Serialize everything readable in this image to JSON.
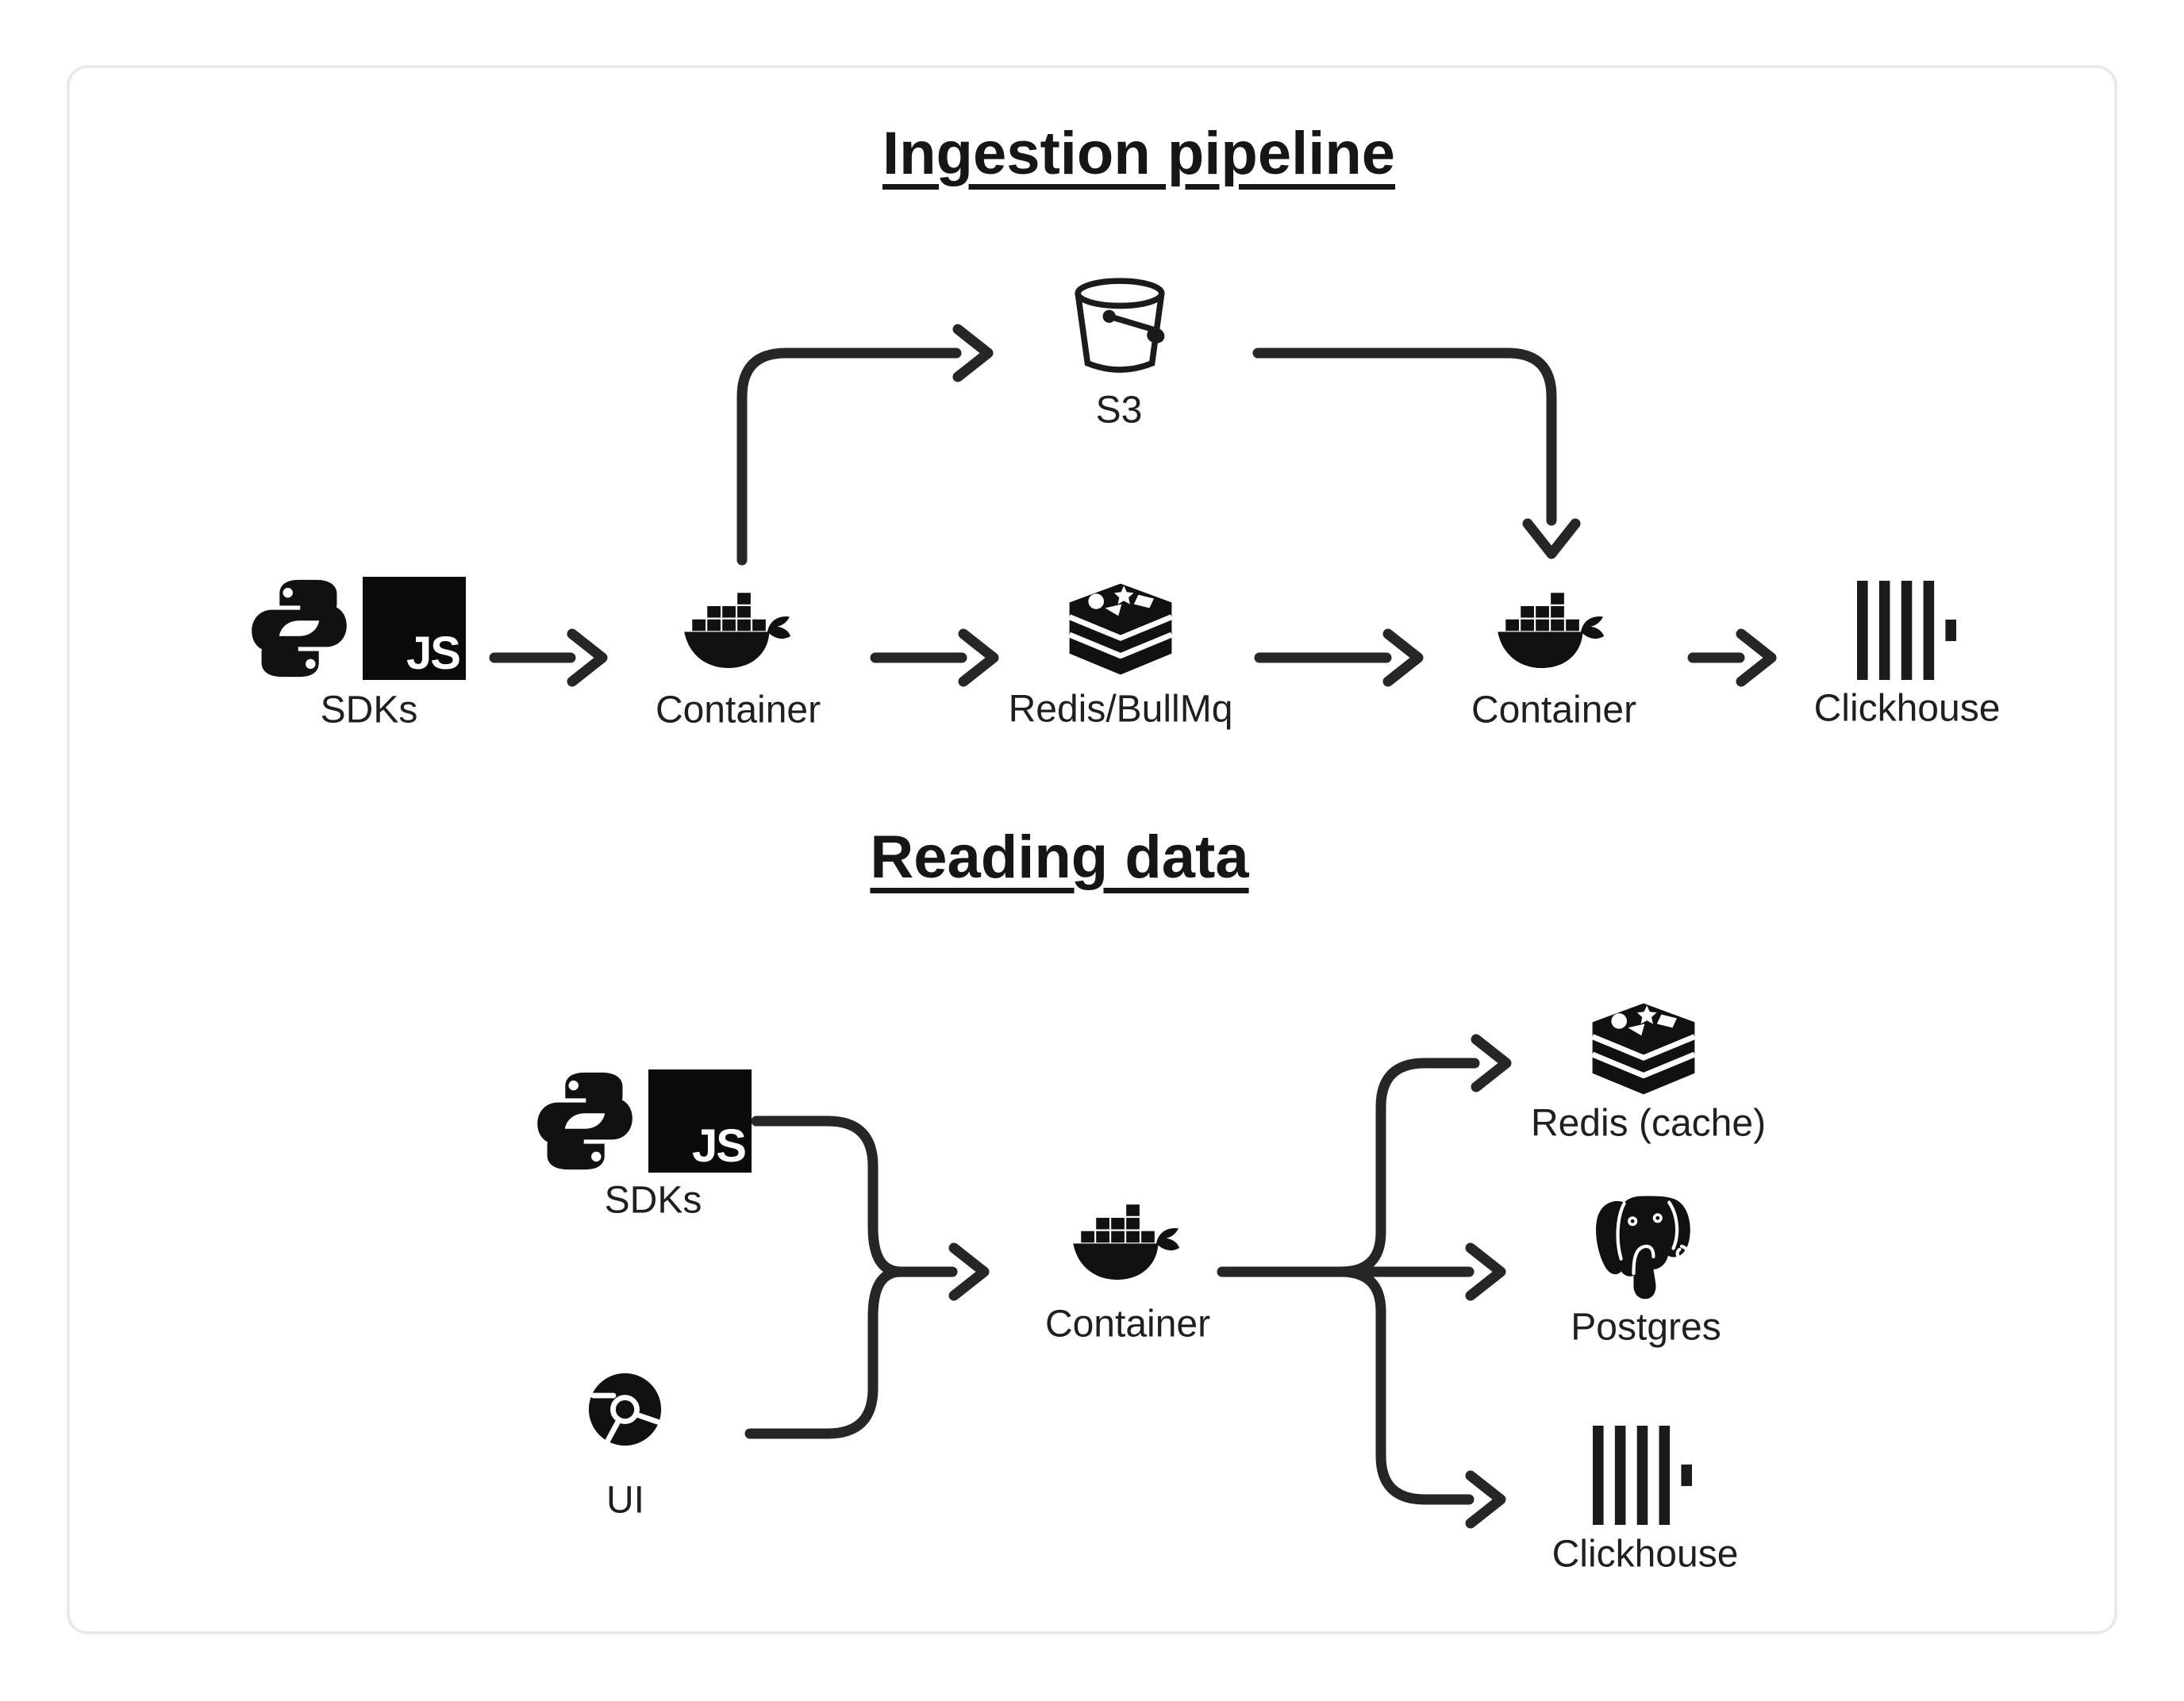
{
  "page": {
    "background": "#ffffff",
    "card_border": "#e9e9e9"
  },
  "colors": {
    "ink": "#111111",
    "line": "#262626",
    "label_text": "#1f1f1f"
  },
  "ingestion": {
    "title": "Ingestion pipeline",
    "nodes": {
      "sdks": {
        "label": "SDKs",
        "js_badge": "JS",
        "icons": [
          "python-icon",
          "javascript-icon"
        ]
      },
      "s3": {
        "label": "S3",
        "icon": "s3-bucket-icon"
      },
      "container_ingest": {
        "label": "Container",
        "icon": "docker-whale-icon"
      },
      "redis_queue": {
        "label": "Redis/BullMq",
        "icon": "redis-icon"
      },
      "container_worker": {
        "label": "Container",
        "icon": "docker-whale-icon"
      },
      "clickhouse": {
        "label": "Clickhouse",
        "icon": "clickhouse-icon"
      }
    },
    "flows": [
      "SDKs -> Container",
      "Container -> S3",
      "Container -> Redis/BullMq",
      "Redis/BullMq -> Container",
      "S3 -> Container",
      "Container -> Clickhouse"
    ]
  },
  "reading": {
    "title": "Reading data",
    "nodes": {
      "sdks": {
        "label": "SDKs",
        "js_badge": "JS",
        "icons": [
          "python-icon",
          "javascript-icon"
        ]
      },
      "ui": {
        "label": "UI",
        "icon": "chrome-icon"
      },
      "container": {
        "label": "Container",
        "icon": "docker-whale-icon"
      },
      "redis_cache": {
        "label": "Redis (cache)",
        "icon": "redis-icon"
      },
      "postgres": {
        "label": "Postgres",
        "icon": "postgres-icon"
      },
      "clickhouse": {
        "label": "Clickhouse",
        "icon": "clickhouse-icon"
      }
    },
    "flows": [
      "SDKs -> Container",
      "UI -> Container",
      "Container -> Redis (cache)",
      "Container -> Postgres",
      "Container -> Clickhouse"
    ]
  }
}
